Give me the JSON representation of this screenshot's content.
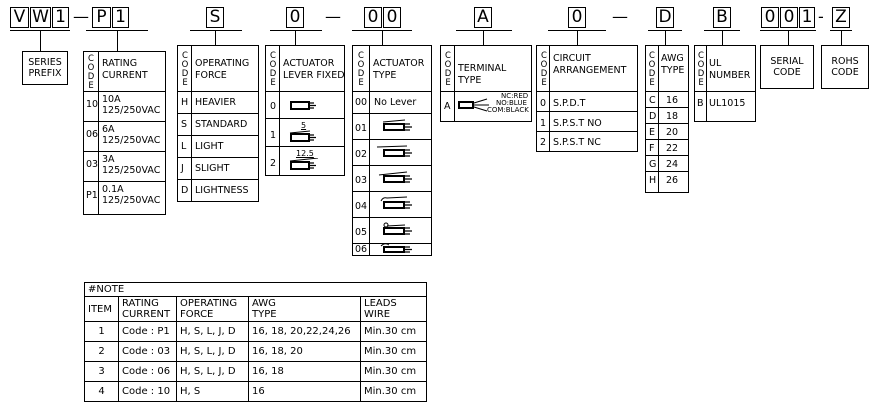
{
  "code_letters": {
    "v": "V",
    "w": "W",
    "one": "1",
    "p": "P",
    "p_one": "1",
    "s": "S",
    "zero1": "0",
    "zero2": "0",
    "zero3": "0",
    "a": "A",
    "zero4": "0",
    "d": "D",
    "b": "B",
    "s0": "0",
    "s1": "0",
    "s2": "1",
    "z": "Z",
    "dash": "—",
    "dash_short": "-"
  },
  "code_vertical": "CODE",
  "series_prefix": {
    "line1": "SERIES",
    "line2": "PREFIX"
  },
  "rating_current": {
    "header1": "RATING",
    "header2": "CURRENT",
    "rows": [
      {
        "code": "10",
        "l1": "10A",
        "l2": "125/250VAC"
      },
      {
        "code": "06",
        "l1": "6A",
        "l2": "125/250VAC"
      },
      {
        "code": "03",
        "l1": "3A",
        "l2": "125/250VAC"
      },
      {
        "code": "P1",
        "l1": "0.1A",
        "l2": "125/250VAC"
      }
    ]
  },
  "operating_force": {
    "header1": "OPERATING",
    "header2": "FORCE",
    "rows": [
      {
        "code": "H",
        "label": "HEAVIER"
      },
      {
        "code": "S",
        "label": "STANDARD"
      },
      {
        "code": "L",
        "label": "LIGHT"
      },
      {
        "code": "J",
        "label": "SLIGHT"
      },
      {
        "code": "D",
        "label": "LIGHTNESS"
      }
    ]
  },
  "actuator_lever": {
    "header1": "ACTUATOR",
    "header2": "LEVER FIXED",
    "rows": [
      {
        "code": "0",
        "dim": ""
      },
      {
        "code": "1",
        "dim": "5"
      },
      {
        "code": "2",
        "dim": "12.5"
      }
    ]
  },
  "actuator_type": {
    "header1": "ACTUATOR",
    "header2": "TYPE",
    "rows": [
      {
        "code": "00",
        "label": "No Lever"
      },
      {
        "code": "01",
        "label": ""
      },
      {
        "code": "02",
        "label": ""
      },
      {
        "code": "03",
        "label": ""
      },
      {
        "code": "04",
        "label": ""
      },
      {
        "code": "05",
        "label": ""
      },
      {
        "code": "06",
        "label": ""
      }
    ]
  },
  "terminal": {
    "header1": "TERMINAL",
    "header2": "TYPE",
    "code": "A",
    "nc": "NC:RED",
    "no": "NO:BLUE",
    "com": "COM:BLACK"
  },
  "circuit": {
    "header1": "CIRCUIT",
    "header2": "ARRANGEMENT",
    "rows": [
      {
        "code": "0",
        "label": "S.P.D.T"
      },
      {
        "code": "1",
        "label": "S.P.S.T NO"
      },
      {
        "code": "2",
        "label": "S.P.S.T NC"
      }
    ]
  },
  "awg": {
    "header1": "AWG",
    "header2": "TYPE",
    "rows": [
      {
        "code": "C",
        "value": "16"
      },
      {
        "code": "D",
        "value": "18"
      },
      {
        "code": "E",
        "value": "20"
      },
      {
        "code": "F",
        "value": "22"
      },
      {
        "code": "G",
        "value": "24"
      },
      {
        "code": "H",
        "value": "26"
      }
    ]
  },
  "ul": {
    "header1": "UL",
    "header2": "NUMBER",
    "rows": [
      {
        "code": "B",
        "value": "UL1015"
      }
    ]
  },
  "serial_code": {
    "line1": "SERIAL",
    "line2": "CODE"
  },
  "rohs_code": {
    "line1": "ROHS",
    "line2": "CODE"
  },
  "note": {
    "title": "#NOTE",
    "headers": [
      {
        "l1": "ITEM",
        "l2": ""
      },
      {
        "l1": "RATING",
        "l2": "CURRENT"
      },
      {
        "l1": "OPERATING",
        "l2": "FORCE"
      },
      {
        "l1": "AWG",
        "l2": "TYPE"
      },
      {
        "l1": "LEADS",
        "l2": "WIRE"
      }
    ],
    "rows": [
      {
        "item": "1",
        "rating": "Code : P1",
        "force": "H, S, L, J, D",
        "awg": "16, 18, 20,22,24,26",
        "leads": "Min.30 cm"
      },
      {
        "item": "2",
        "rating": "Code : 03",
        "force": "H, S, L, J, D",
        "awg": "16, 18, 20",
        "leads": "Min.30 cm"
      },
      {
        "item": "3",
        "rating": "Code : 06",
        "force": "H, S, L, J, D",
        "awg": "16, 18",
        "leads": "Min.30 cm"
      },
      {
        "item": "4",
        "rating": "Code : 10",
        "force": "H, S",
        "awg": "16",
        "leads": "Min.30 cm"
      }
    ]
  }
}
